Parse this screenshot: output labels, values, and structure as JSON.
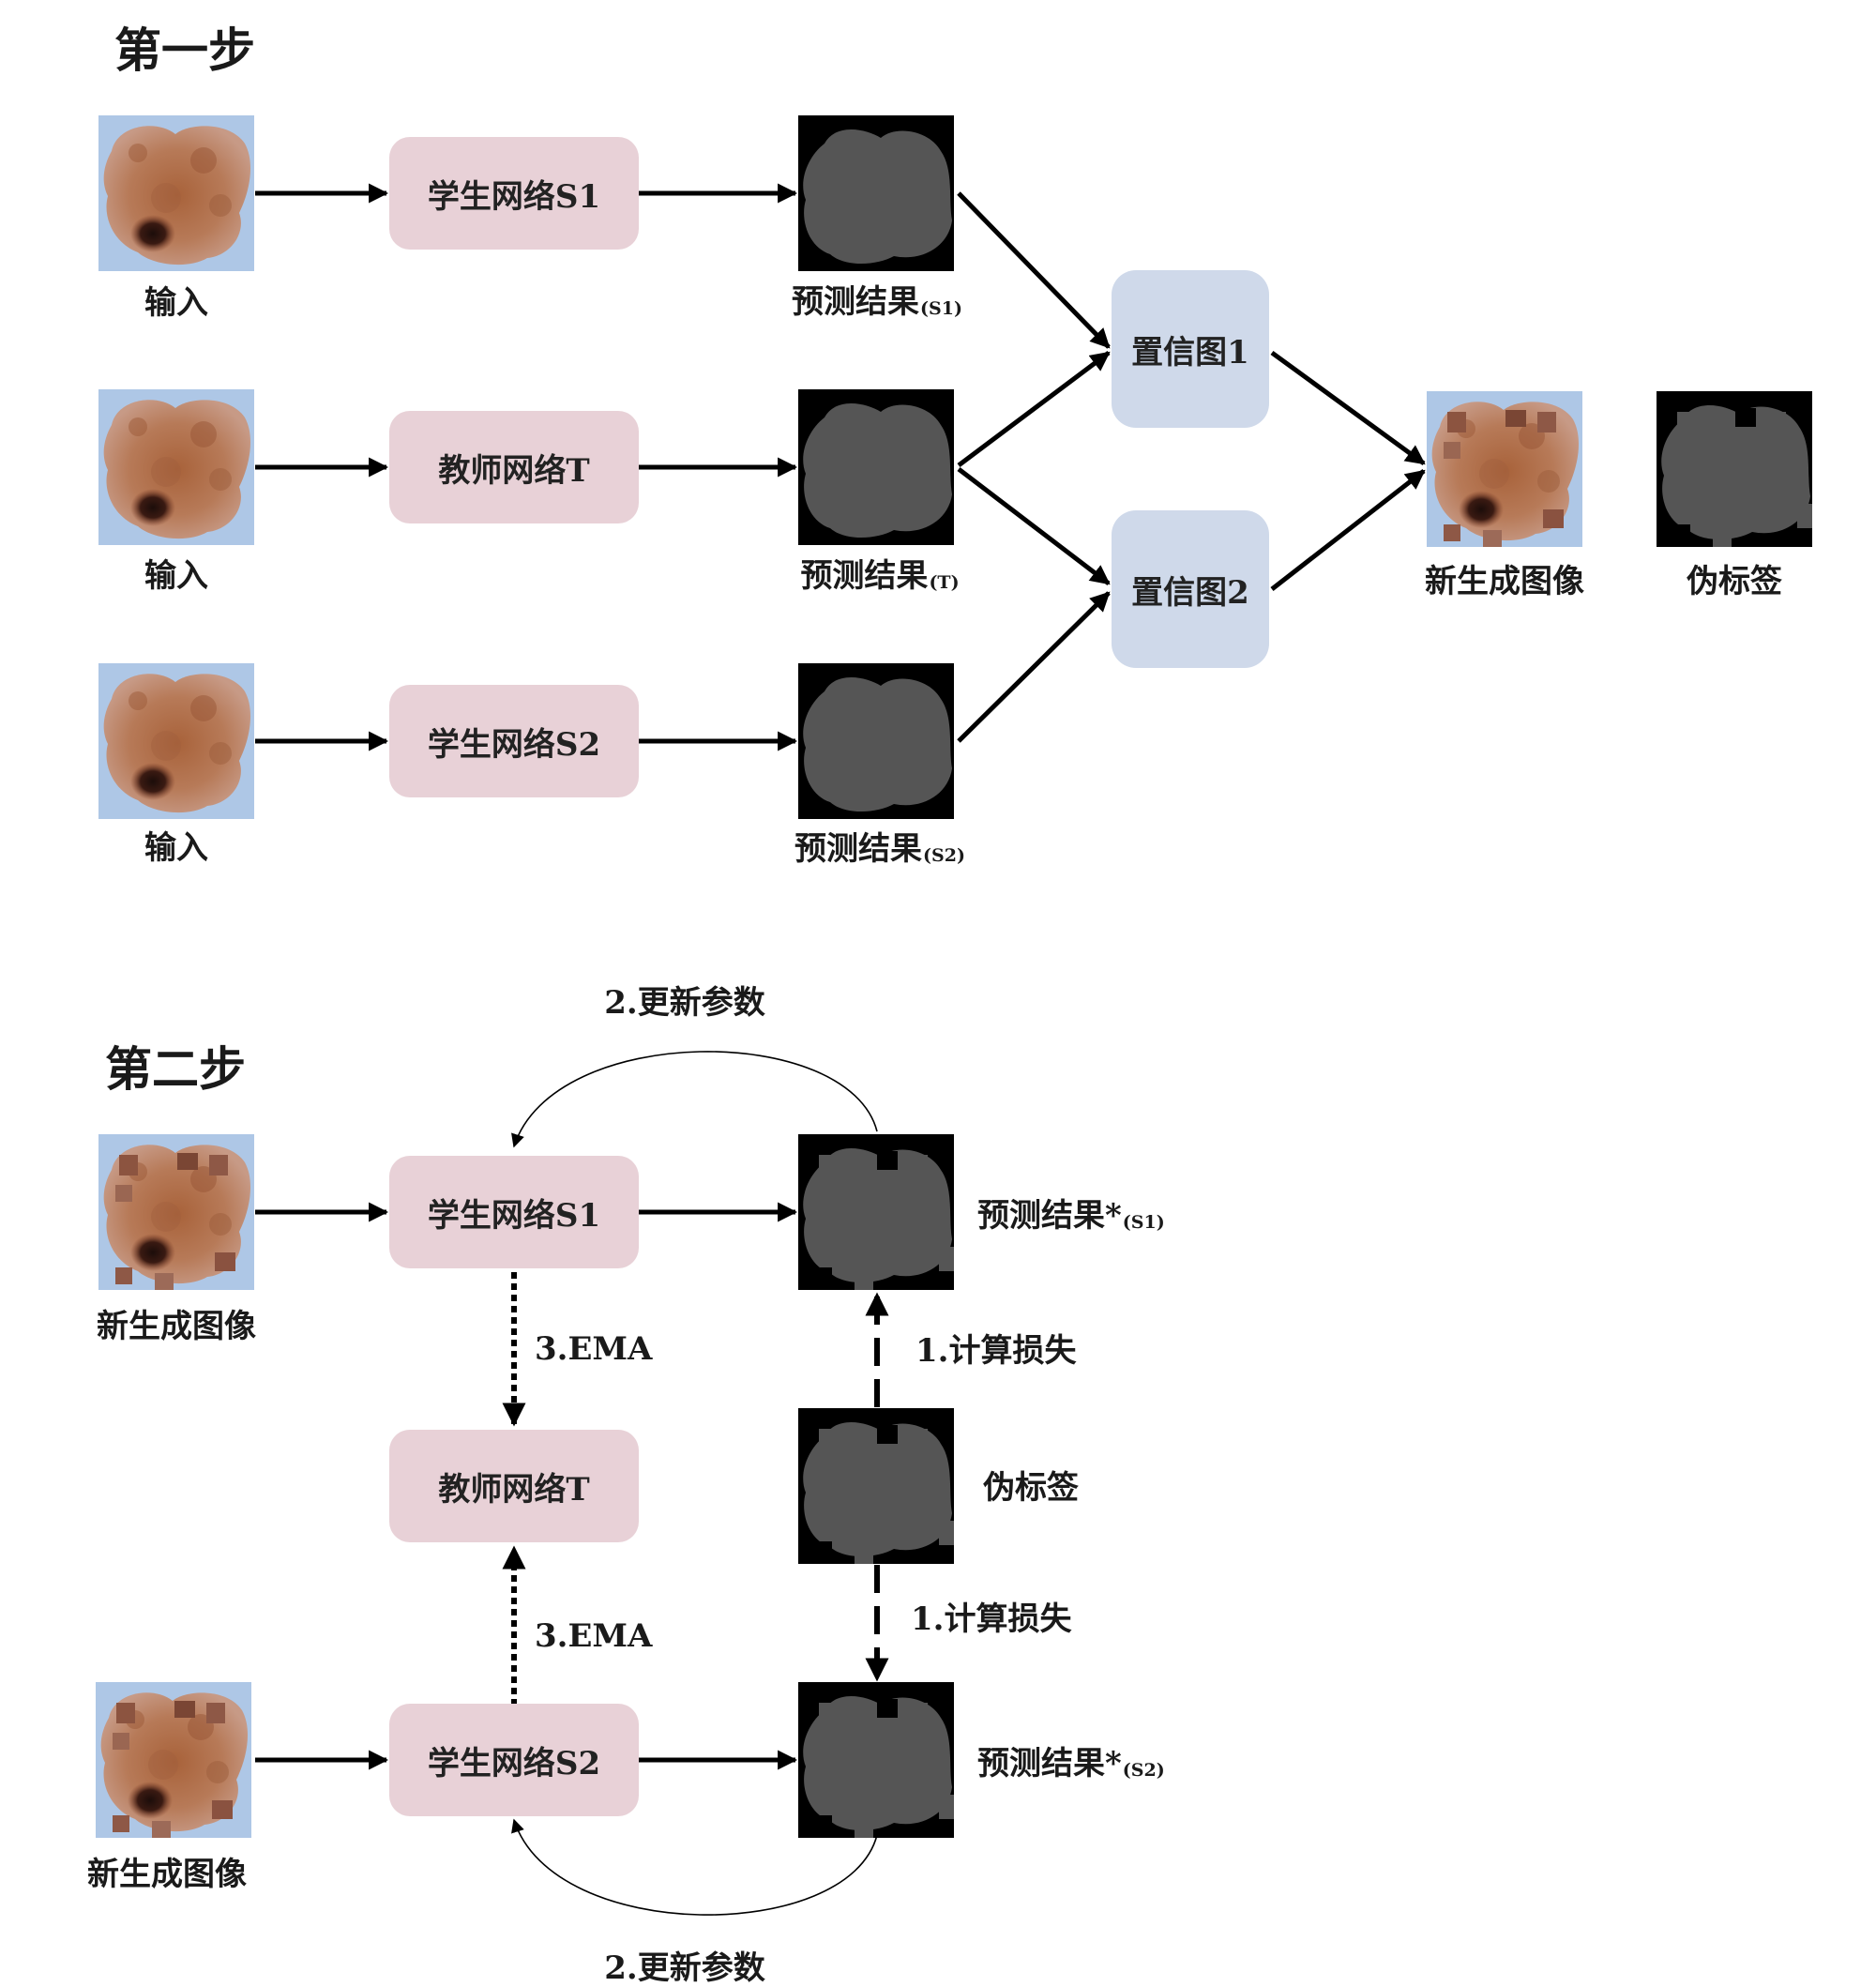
{
  "colors": {
    "network_box": "#e8d1d7",
    "confidence_box": "#cfd9ea",
    "mask_background": "#000000",
    "mask_foreground": "#555555",
    "arrow": "#000000"
  },
  "step1": {
    "title": "第一步",
    "inputs": [
      {
        "label": "输入"
      },
      {
        "label": "输入"
      },
      {
        "label": "输入"
      }
    ],
    "networks": [
      {
        "label": "学生网络S1"
      },
      {
        "label": "教师网络T"
      },
      {
        "label": "学生网络S2"
      }
    ],
    "predictions": [
      {
        "label": "预测结果",
        "tag": "(S1)"
      },
      {
        "label": "预测结果",
        "tag": "(T)"
      },
      {
        "label": "预测结果",
        "tag": "(S2)"
      }
    ],
    "confidence_maps": [
      {
        "label": "置信图1"
      },
      {
        "label": "置信图2"
      }
    ],
    "generated_image": {
      "label": "新生成图像"
    },
    "pseudo_label": {
      "label": "伪标签"
    }
  },
  "step2": {
    "title": "第二步",
    "inputs": [
      {
        "label": "新生成图像"
      },
      {
        "label": "新生成图像"
      }
    ],
    "networks": [
      {
        "label": "学生网络S1"
      },
      {
        "label": "教师网络T"
      },
      {
        "label": "学生网络S2"
      }
    ],
    "predictions": [
      {
        "label": "预测结果*",
        "tag": "(S1)"
      },
      {
        "label": "预测结果*",
        "tag": "(S2)"
      }
    ],
    "pseudo_label": {
      "label": "伪标签"
    },
    "ema_labels": [
      "3.EMA",
      "3.EMA"
    ],
    "loss_labels": [
      "1.计算损失",
      "1.计算损失"
    ],
    "update_labels": [
      "2.更新参数",
      "2.更新参数"
    ]
  }
}
